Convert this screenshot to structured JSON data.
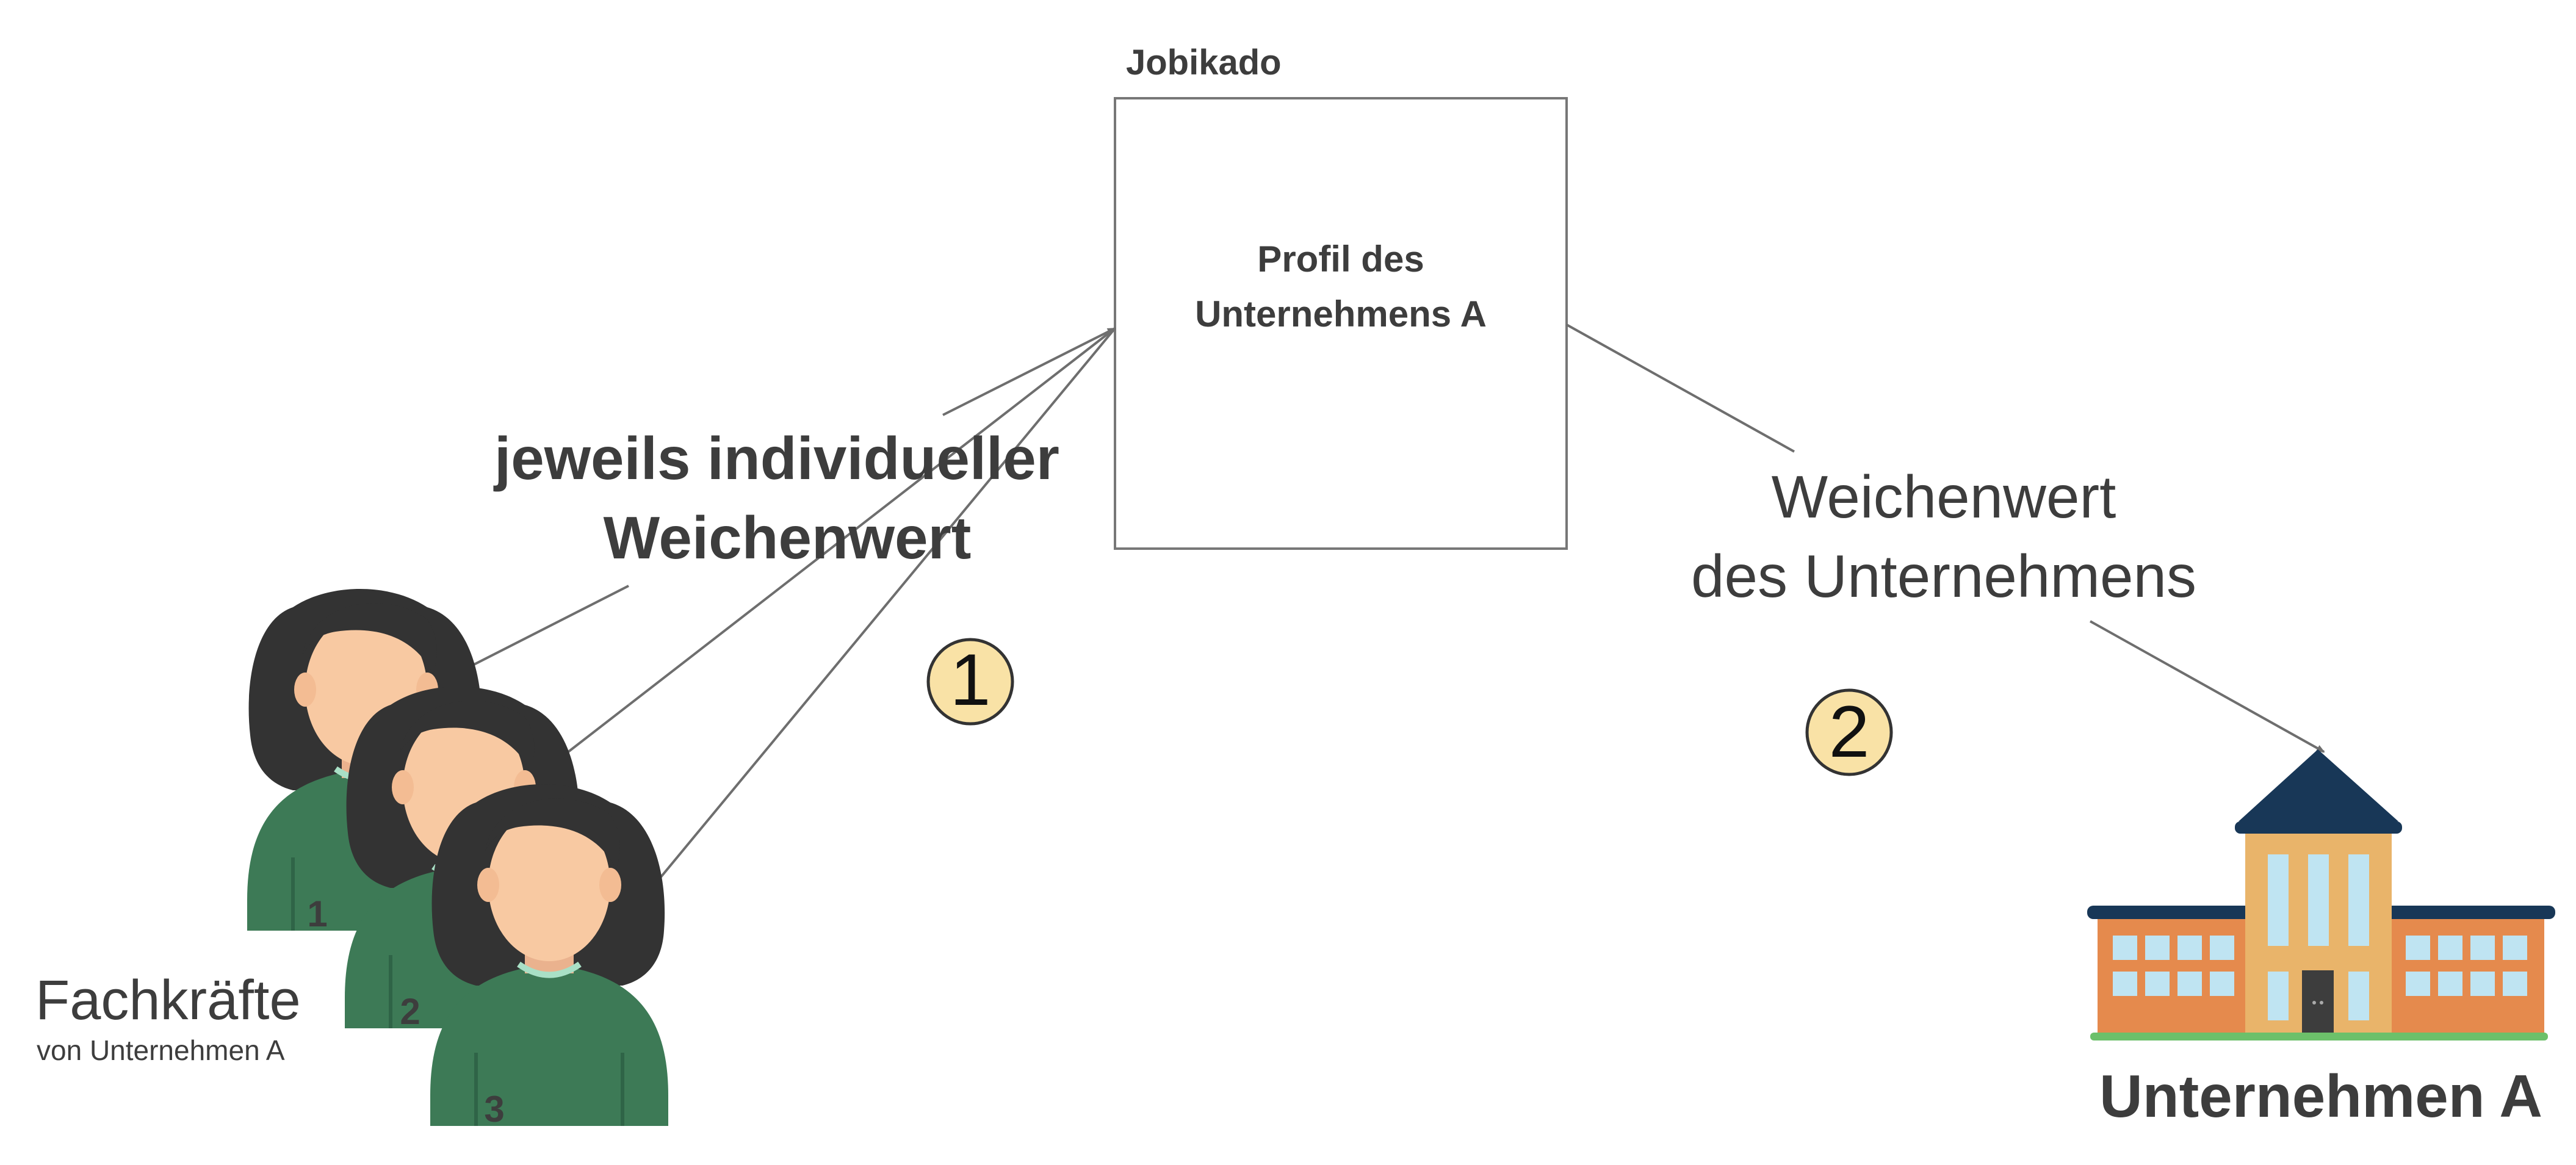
{
  "platform": {
    "name": "Jobikado",
    "profile_box_label_line1": "Profil des",
    "profile_box_label_line2": "Unternehmens A"
  },
  "left_flow": {
    "label_line1": "jeweils individueller",
    "label_line2": "Weichenwert",
    "step_number": "1"
  },
  "right_flow": {
    "label_line1": "Weichenwert",
    "label_line2": "des Unternehmens",
    "step_number": "2"
  },
  "workers": {
    "title": "Fachkräfte",
    "subtitle": "von Unternehmen A",
    "items": [
      {
        "number": "1"
      },
      {
        "number": "2"
      },
      {
        "number": "3"
      }
    ]
  },
  "company": {
    "name": "Unternehmen A"
  },
  "colors": {
    "text": "#3d3d3d",
    "line": "#6e6e6e",
    "step_badge_fill": "#f9e2a6",
    "shirt": "#3d7a56",
    "skin": "#f8c9a2",
    "hair": "#333333",
    "roof": "#183757",
    "building_wall": "#e58a4d",
    "tower_wall": "#e9b46a",
    "window": "#bfe4f2",
    "grass": "#6cc06a"
  }
}
